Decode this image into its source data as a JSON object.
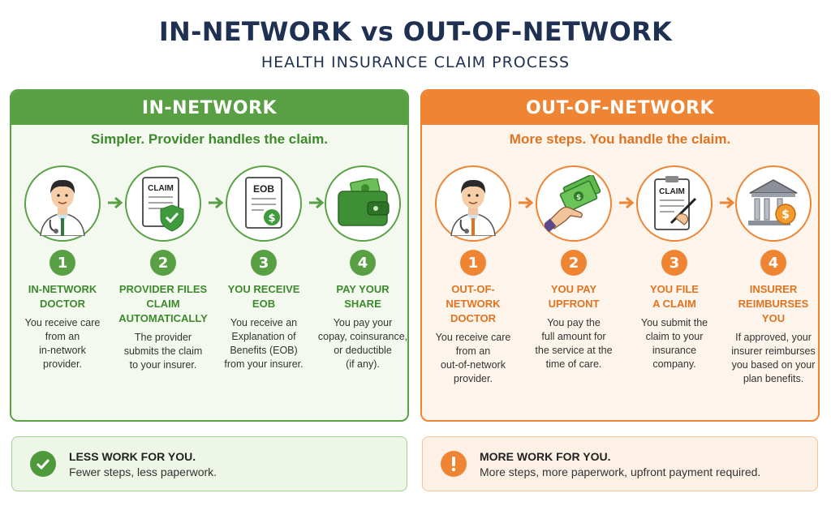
{
  "title": "IN-NETWORK vs OUT-OF-NETWORK",
  "subtitle": "HEALTH INSURANCE CLAIM PROCESS",
  "colors": {
    "green": "#58a043",
    "orange": "#ef8433",
    "navy": "#1f3152"
  },
  "in_network": {
    "header": "IN-NETWORK",
    "tagline": "Simpler. Provider handles the claim.",
    "steps": [
      {
        "num": "1",
        "icon": "doctor-icon",
        "title_1": "IN-NETWORK",
        "title_2": "DOCTOR",
        "title_3": "",
        "desc": [
          "You receive care",
          "from an",
          "in-network",
          "provider."
        ]
      },
      {
        "num": "2",
        "icon": "claim-shield-icon",
        "claim_label": "CLAIM",
        "title_1": "PROVIDER FILES",
        "title_2": "CLAIM",
        "title_3": "AUTOMATICALLY",
        "desc": [
          "The provider",
          "submits the claim",
          "to your insurer."
        ]
      },
      {
        "num": "3",
        "icon": "eob-document-icon",
        "eob_label": "EOB",
        "title_1": "YOU RECEIVE",
        "title_2": "EOB",
        "title_3": "",
        "desc": [
          "You receive an",
          "Explanation of",
          "Benefits (EOB)",
          "from your insurer."
        ]
      },
      {
        "num": "4",
        "icon": "wallet-icon",
        "title_1": "PAY YOUR",
        "title_2": "SHARE",
        "title_3": "",
        "desc": [
          "You pay your",
          "copay, coinsurance,",
          "or deductible",
          "(if any)."
        ]
      }
    ],
    "footer": {
      "icon": "check-icon",
      "title": "LESS WORK FOR YOU.",
      "desc": "Fewer steps, less paperwork."
    }
  },
  "out_network": {
    "header": "OUT-OF-NETWORK",
    "tagline": "More steps. You handle the claim.",
    "steps": [
      {
        "num": "1",
        "icon": "doctor-icon",
        "title_1": "OUT-OF-NETWORK",
        "title_2": "DOCTOR",
        "title_3": "",
        "desc": [
          "You receive care",
          "from an",
          "out-of-network",
          "provider."
        ]
      },
      {
        "num": "2",
        "icon": "cash-payment-icon",
        "title_1": "YOU PAY",
        "title_2": "UPFRONT",
        "title_3": "",
        "desc": [
          "You pay the",
          "full amount for",
          "the service at the",
          "time of care."
        ]
      },
      {
        "num": "3",
        "icon": "claim-form-icon",
        "claim_label": "CLAIM",
        "title_1": "YOU FILE",
        "title_2": "A CLAIM",
        "title_3": "",
        "desc": [
          "You submit the",
          "claim to your",
          "insurance",
          "company."
        ]
      },
      {
        "num": "4",
        "icon": "bank-icon",
        "title_1": "INSURER",
        "title_2": "REIMBURSES YOU",
        "title_3": "",
        "desc": [
          "If approved, your",
          "insurer reimburses",
          "you based on your",
          "plan benefits."
        ]
      }
    ],
    "footer": {
      "icon": "exclamation-icon",
      "title": "MORE WORK FOR YOU.",
      "desc": "More steps, more paperwork, upfront payment required."
    }
  }
}
